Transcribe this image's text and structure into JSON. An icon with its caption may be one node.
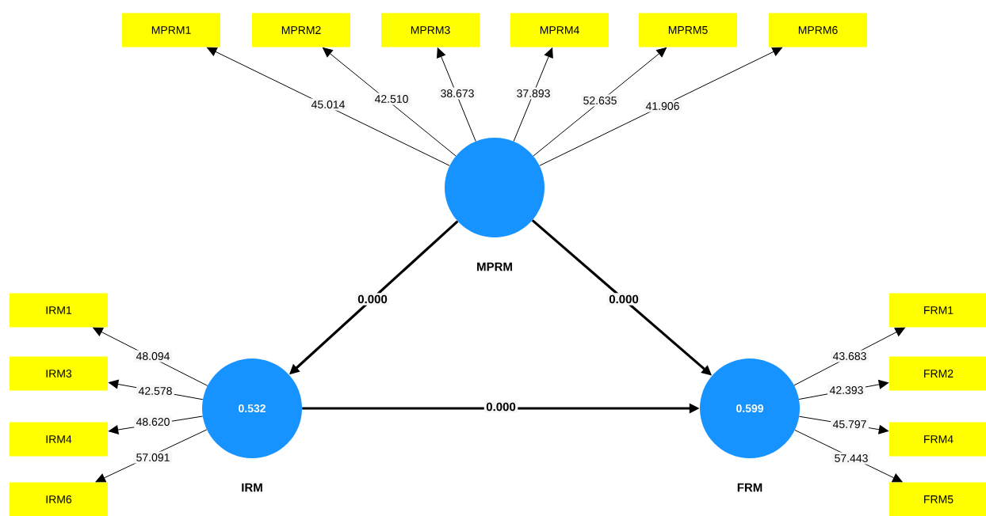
{
  "diagram": {
    "nodes": [
      {
        "text": [],
        "shape": "circle",
        "beside": [
          "MPRM"
        ]
      },
      {
        "text": [
          "0.532"
        ],
        "beside": [
          "IRM"
        ]
      },
      {
        "text": [
          "0.599"
        ],
        "beside": [
          "FRM"
        ]
      },
      {
        "text": [
          "MPRM1"
        ]
      },
      {
        "text": [
          "MPRM2"
        ]
      },
      {
        "text": [
          "MPRM3"
        ]
      },
      {
        "text": [
          "MPRM4"
        ]
      },
      {
        "text": [
          "MPRM5"
        ]
      },
      {
        "text": [
          "MPRM6"
        ]
      },
      {
        "text": [
          "IRM1"
        ]
      },
      {
        "text": [
          "IRM3"
        ]
      },
      {
        "text": [
          "IRM4"
        ]
      },
      {
        "text": [
          "IRM6"
        ]
      },
      {
        "text": [
          "FRM1"
        ]
      },
      {
        "text": [
          "FRM2"
        ]
      },
      {
        "text": [
          "FRM4"
        ]
      },
      {
        "text": [
          "FRM5"
        ]
      }
    ],
    "edges": [
      {
        "from": 0,
        "to": 3,
        "arrow": "to",
        "label": "45.014"
      },
      {
        "from": 0,
        "to": 4,
        "arrow": "to",
        "label": "42.510"
      },
      {
        "from": 0,
        "to": 5,
        "arrow": "to",
        "label": "38.673"
      },
      {
        "from": 0,
        "to": 6,
        "arrow": "to",
        "label": "37.893"
      },
      {
        "from": 0,
        "to": 7,
        "arrow": "to",
        "label": "52.635"
      },
      {
        "from": 0,
        "to": 8,
        "arrow": "to",
        "label": "41.906"
      },
      {
        "from": 0,
        "to": 1,
        "arrow": "to",
        "label": "0.000",
        "style": "thick"
      },
      {
        "from": 0,
        "to": 2,
        "arrow": "to",
        "label": "0.000",
        "style": "thick"
      },
      {
        "from": 1,
        "to": 2,
        "arrow": "to",
        "label": "0.000",
        "style": "thick"
      },
      {
        "from": 1,
        "to": 9,
        "arrow": "to",
        "label": "48.094"
      },
      {
        "from": 1,
        "to": 10,
        "arrow": "to",
        "label": "42.578"
      },
      {
        "from": 1,
        "to": 11,
        "arrow": "to",
        "label": "48.620"
      },
      {
        "from": 1,
        "to": 12,
        "arrow": "to",
        "label": "57.091"
      },
      {
        "from": 2,
        "to": 13,
        "arrow": "to",
        "label": "43.683"
      },
      {
        "from": 2,
        "to": 14,
        "arrow": "to",
        "label": "42.393"
      },
      {
        "from": 2,
        "to": 15,
        "arrow": "to",
        "label": "45.797"
      },
      {
        "from": 2,
        "to": 16,
        "arrow": "to",
        "label": "57.443"
      }
    ]
  }
}
